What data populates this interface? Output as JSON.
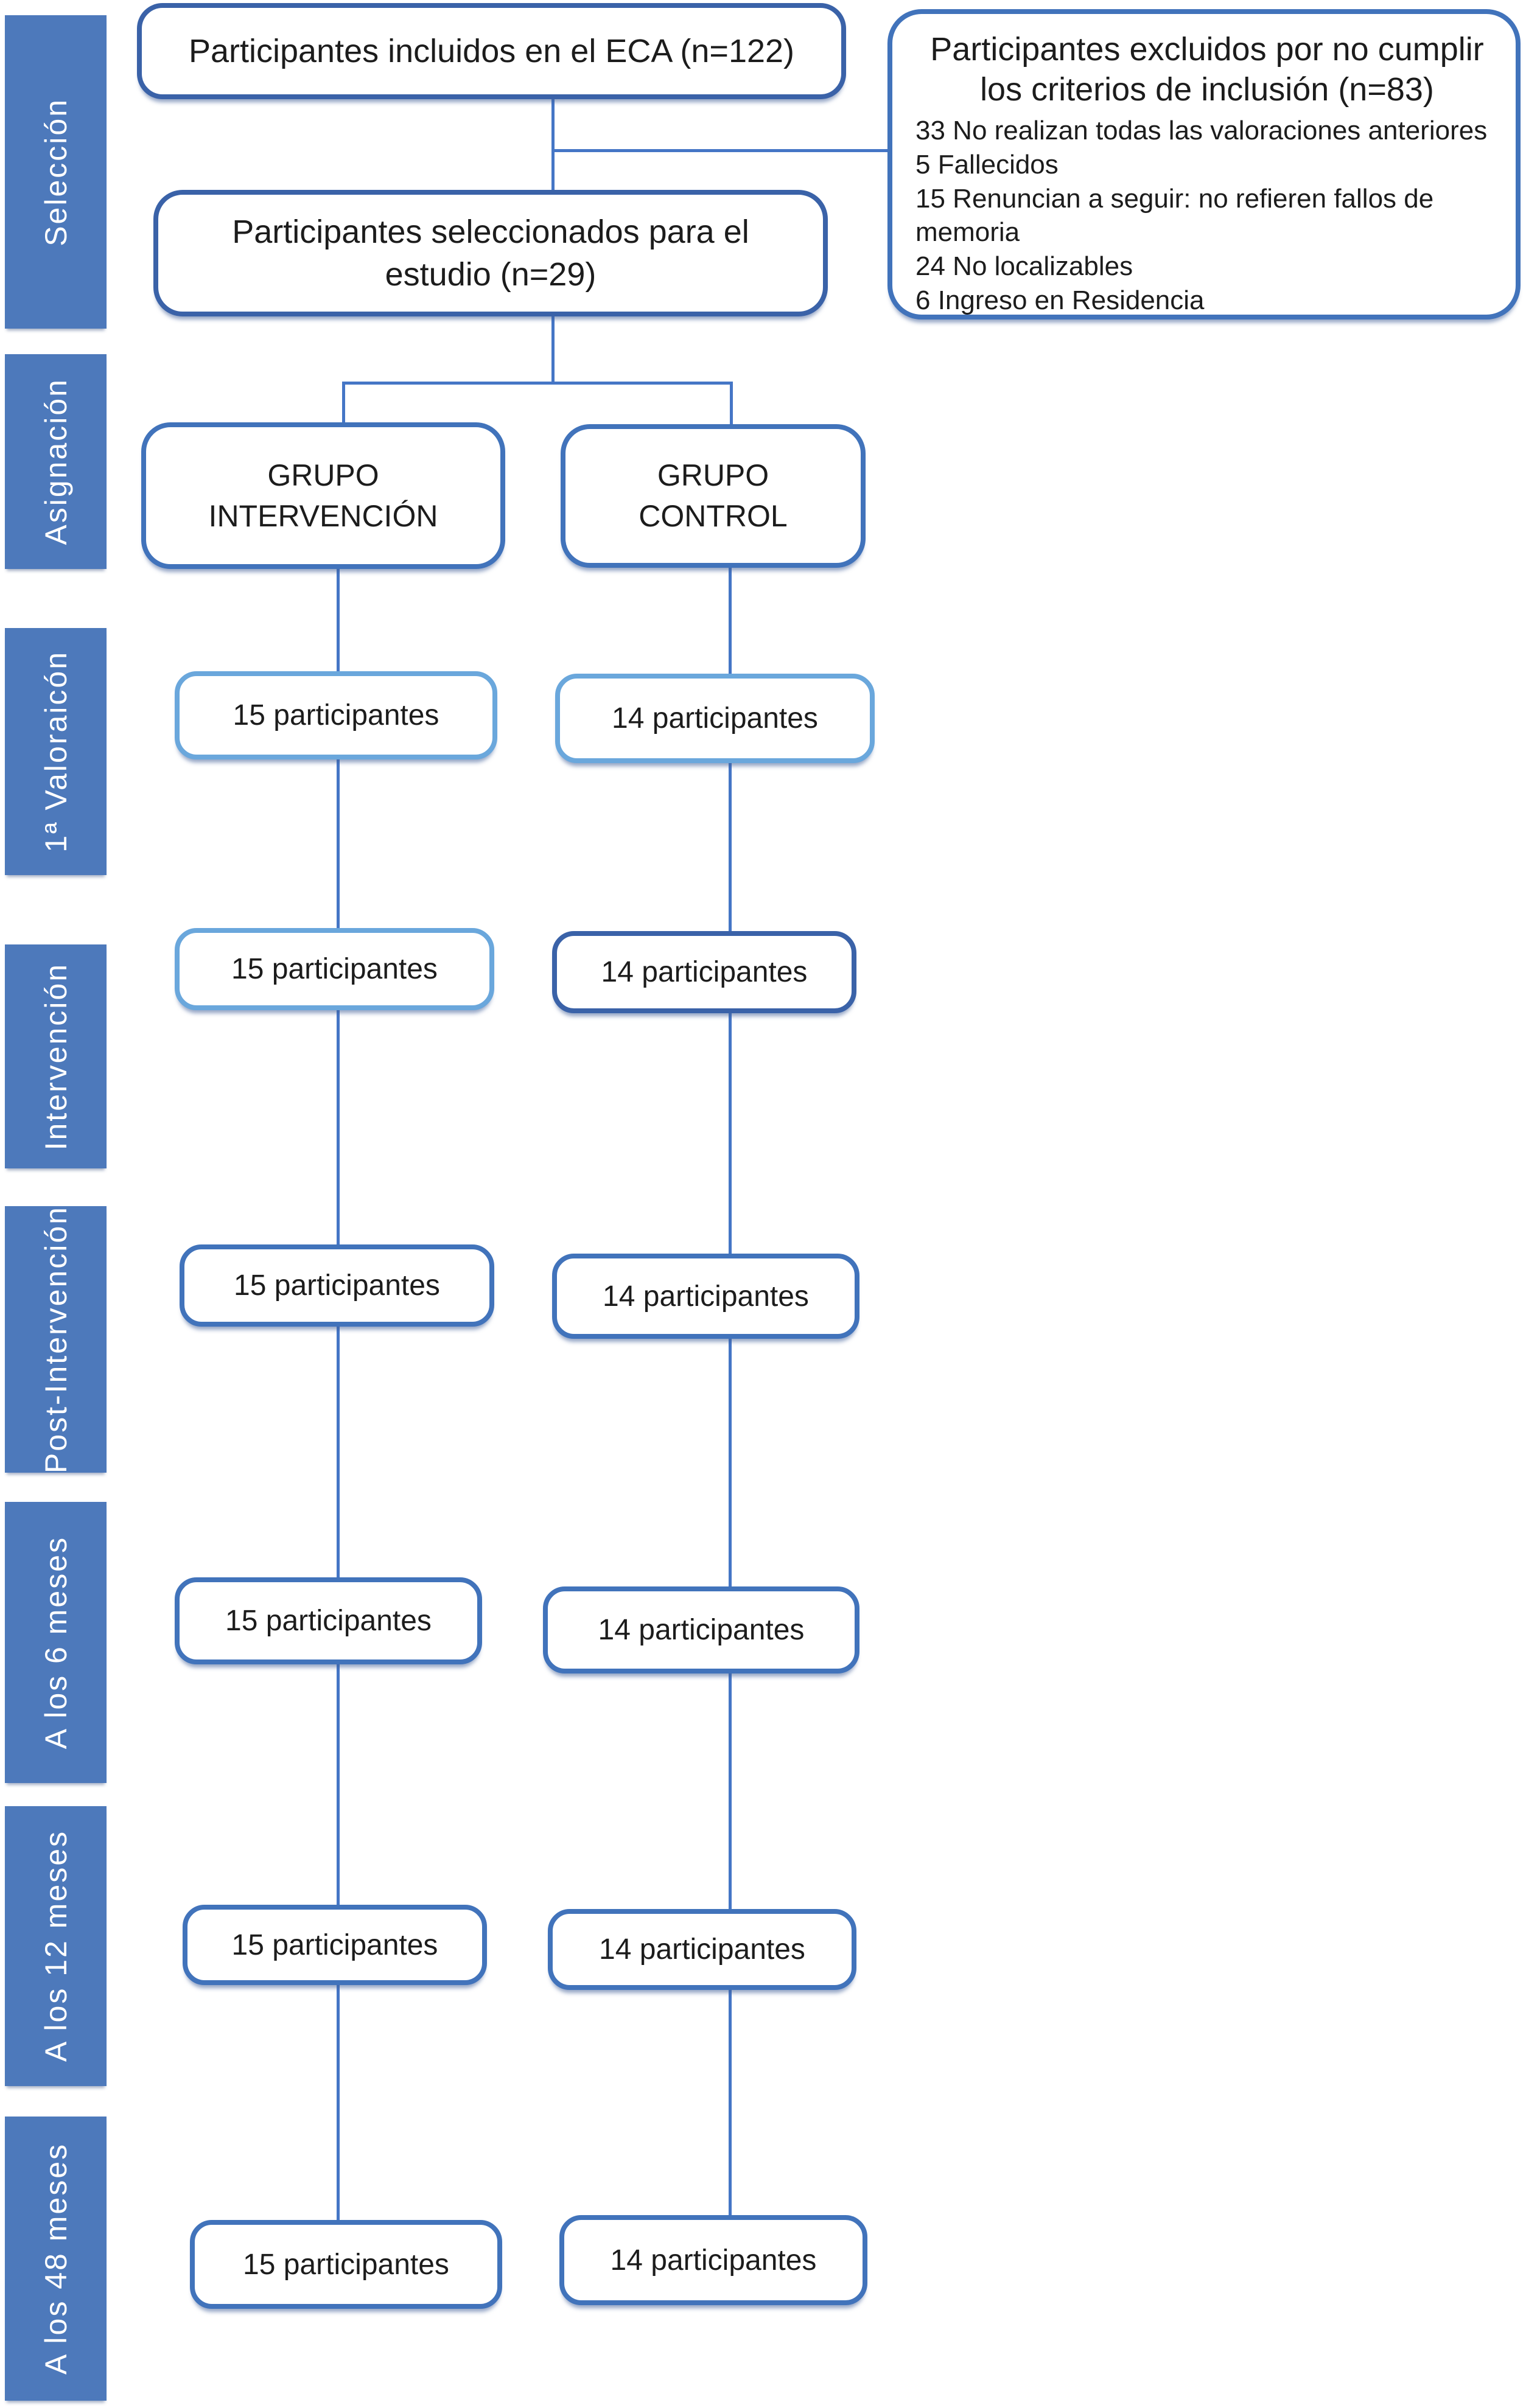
{
  "palette": {
    "sidebar": "#4d79bb",
    "line": "#4576c6",
    "border_dark": "#3a62a8",
    "border_mid": "#4173bb",
    "border_light": "#6aa7dc",
    "text": "#1c1c1c",
    "sidebar_text": "#ffffff",
    "bg": "#ffffff"
  },
  "sidebar": {
    "items": [
      {
        "label": "Selección"
      },
      {
        "label": "Asignación"
      },
      {
        "label": "1ª Valoraicón"
      },
      {
        "label": "Intervención"
      },
      {
        "label": "Post-Intervención"
      },
      {
        "label": "A los 6 meses"
      },
      {
        "label": "A los 12 meses"
      },
      {
        "label": "A los 48 meses"
      }
    ]
  },
  "flow": {
    "included": "Participantes incluidos en el ECA (n=122)",
    "selected": "Participantes seleccionados para el estudio (n=29)",
    "excluded_title": "Participantes excluidos por no cumplir los criterios de inclusión (n=83)",
    "excluded_reasons": [
      "33 No realizan todas las valoraciones anteriores",
      "5 Fallecidos",
      "15 Renuncian a seguir: no refieren fallos de memoria",
      "24 No localizables",
      "6 Ingreso en Residencia"
    ],
    "groups": {
      "intervention": "GRUPO\nINTERVENCIÓN",
      "control": "GRUPO\nCONTROL"
    },
    "rows": [
      {
        "stage": "1ª Valoraicón",
        "left": "15 participantes",
        "right": "14 participantes"
      },
      {
        "stage": "Intervención",
        "left": "15 participantes",
        "right": "14 participantes"
      },
      {
        "stage": "Post-Intervención",
        "left": "15 participantes",
        "right": "14 participantes"
      },
      {
        "stage": "A los 6 meses",
        "left": "15 participantes",
        "right": "14 participantes"
      },
      {
        "stage": "A los 12 meses",
        "left": "15 participantes",
        "right": "14 participantes"
      },
      {
        "stage": "A los 48 meses",
        "left": "15 participantes",
        "right": "14 participantes"
      }
    ]
  }
}
